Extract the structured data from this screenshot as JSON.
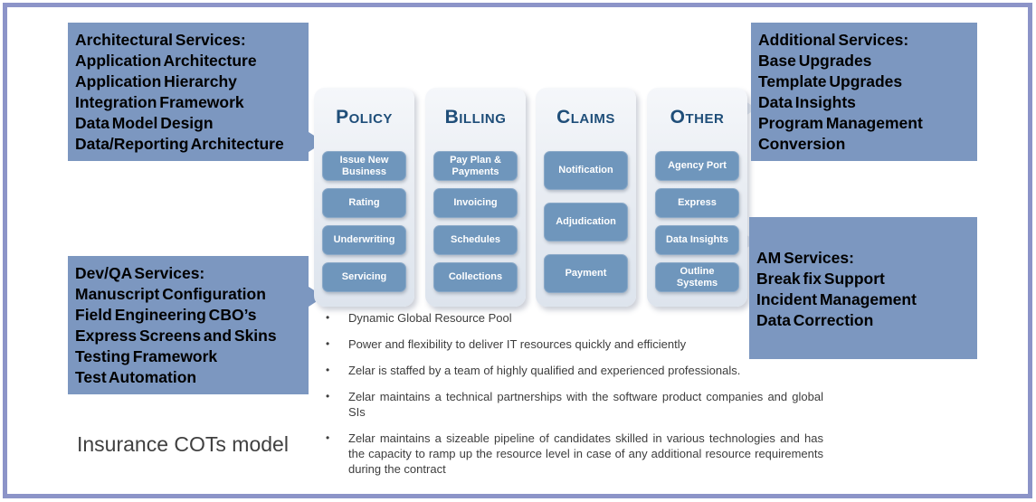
{
  "page": {
    "title": "Insurance COTs model"
  },
  "colors": {
    "frame_border": "#8c94c8",
    "service_box_fill": "#7c97c0",
    "panel_fill_top": "#f5f7fa",
    "panel_fill_bottom": "#dde4ed",
    "module_button_fill": "#6f96bc",
    "header_navy": "#1f4e79",
    "body_text": "#3d3d3d"
  },
  "service_boxes": {
    "architectural": {
      "title": "Architectural Services:",
      "items": [
        "Application Architecture",
        "Application Hierarchy",
        "Integration Framework",
        "Data Model Design",
        "Data/Reporting Architecture"
      ]
    },
    "additional": {
      "title": "Additional Services:",
      "items": [
        "Base Upgrades",
        "Template Upgrades",
        "Data Insights",
        "Program Management",
        "Conversion"
      ]
    },
    "devqa": {
      "title": "Dev/QA Services:",
      "items": [
        "Manuscript Configuration",
        "Field Engineering CBO’s",
        "Express Screens and Skins",
        "Testing Framework",
        "Test Automation"
      ]
    },
    "am": {
      "title": "AM Services:",
      "items": [
        "Break fix Support",
        "Incident Management",
        "Data Correction"
      ]
    }
  },
  "columns": [
    {
      "header": "Policy",
      "buttons": [
        "Issue New Business",
        "Rating",
        "Underwriting",
        "Servicing"
      ]
    },
    {
      "header": "Billing",
      "buttons": [
        "Pay Plan & Payments",
        "Invoicing",
        "Schedules",
        "Collections"
      ]
    },
    {
      "header": "Claims",
      "buttons": [
        "Notification",
        "Adjudication",
        "Payment"
      ]
    },
    {
      "header": "Other",
      "buttons": [
        "Agency Port",
        "Express",
        "Data Insights",
        "Outline Systems"
      ]
    }
  ],
  "bullets": [
    "Dynamic Global Resource Pool",
    "Power and flexibility to deliver IT resources quickly and efficiently",
    "Zelar is staffed by a team of highly qualified and experienced professionals.",
    "Zelar maintains a technical partnerships with the software product companies and global SIs",
    "Zelar maintains a sizeable pipeline of candidates skilled in various technologies and has the capacity to ramp up the resource level in case of any additional resource requirements during the contract"
  ]
}
